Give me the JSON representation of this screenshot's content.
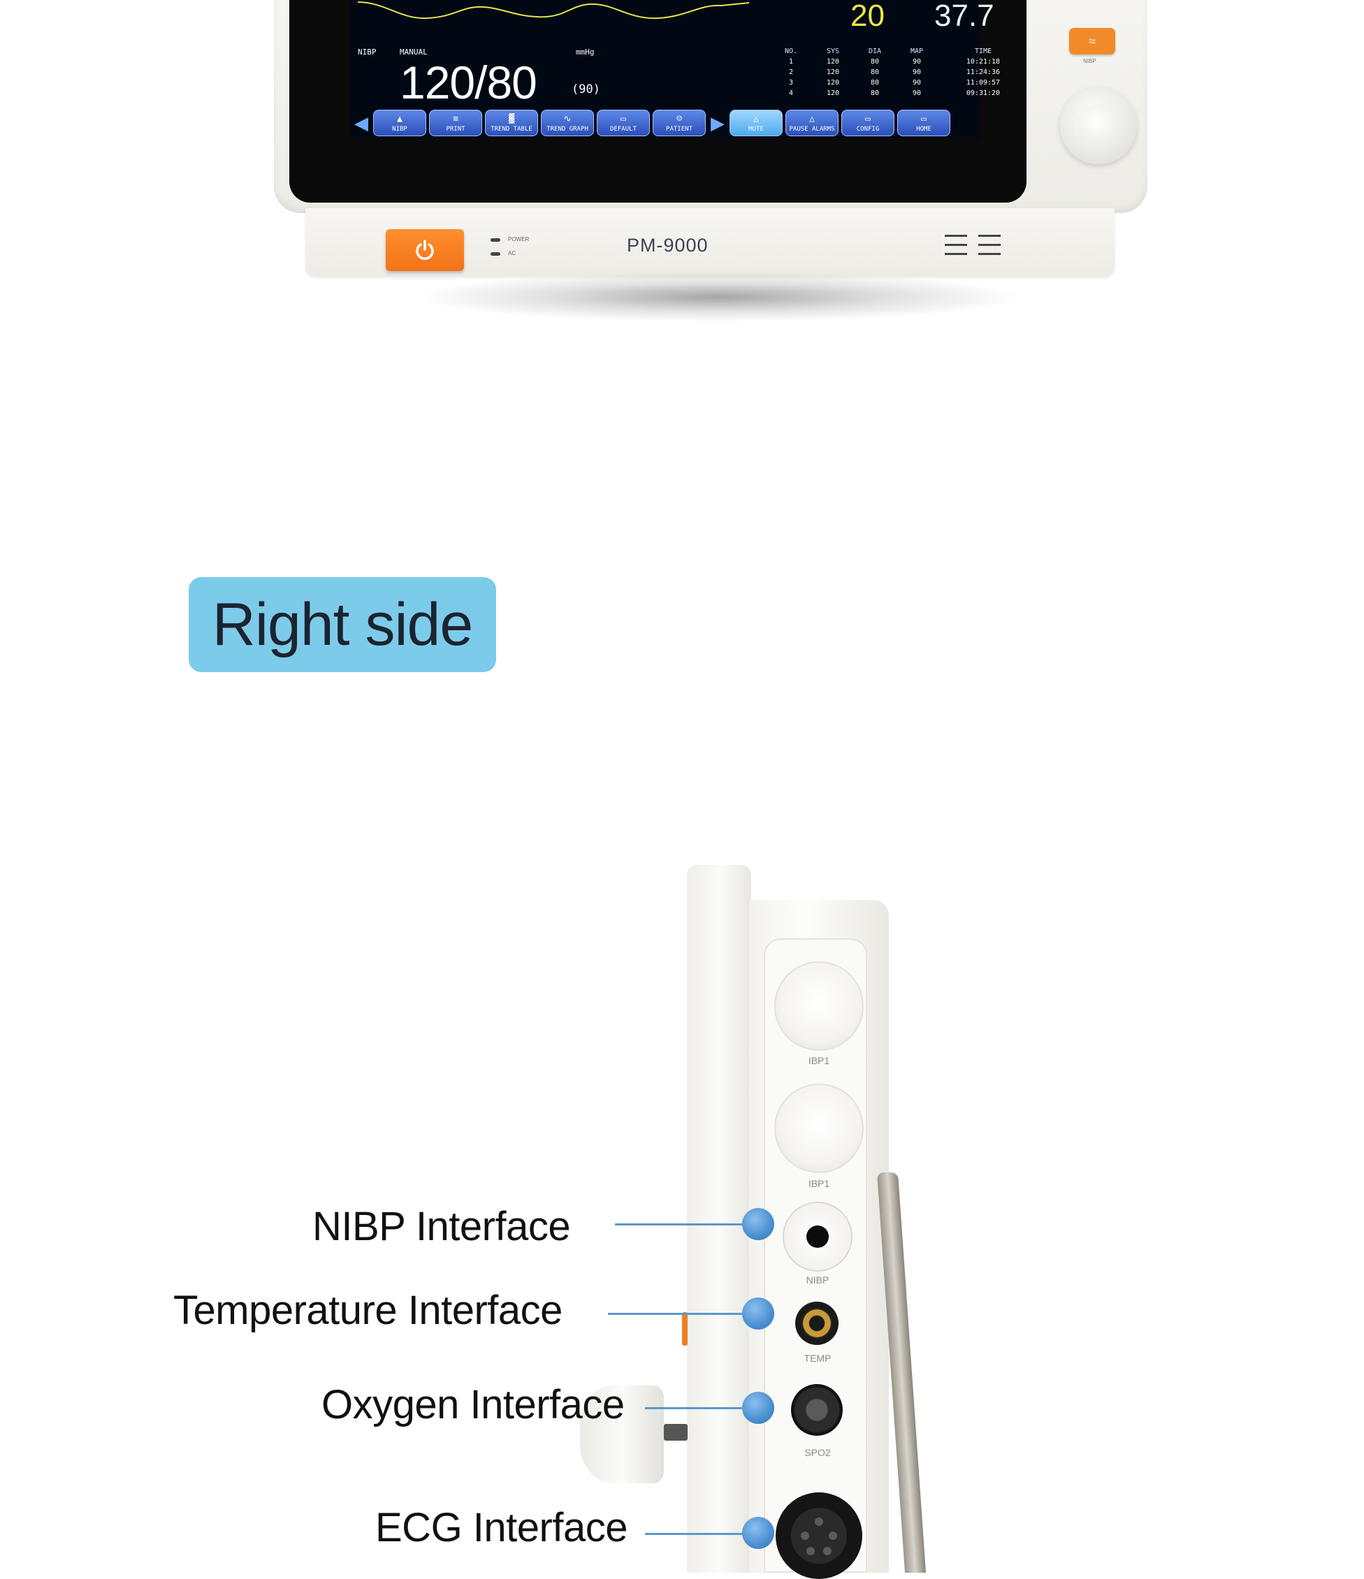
{
  "monitor": {
    "model": "PM-9000",
    "leds": [
      "POWER",
      "AC"
    ],
    "nibp_key_label": "NIBP",
    "screen": {
      "resp_value": "20",
      "temp_value": "37.7",
      "nibp_label": "NIBP",
      "nibp_mode": "MANUAL",
      "nibp_unit": "mmHg",
      "nibp_value": "120/80",
      "nibp_map": "(90)",
      "nibp_table": {
        "headers": [
          "NO.",
          "SYS",
          "DIA",
          "MAP",
          "TIME"
        ],
        "rows": [
          [
            "1",
            "120",
            "80",
            "90",
            "10:21:18"
          ],
          [
            "2",
            "120",
            "80",
            "90",
            "11:24:36"
          ],
          [
            "3",
            "120",
            "80",
            "90",
            "11:09:57"
          ],
          [
            "4",
            "120",
            "80",
            "90",
            "09:31:20"
          ]
        ]
      },
      "softkeys": [
        "NIBP",
        "PRINT",
        "TREND TABLE",
        "TREND GRAPH",
        "DEFAULT",
        "PATIENT",
        "MUTE",
        "PAUSE ALARMS",
        "CONFIG",
        "HOME"
      ]
    }
  },
  "section": {
    "title": "Right side"
  },
  "side_view": {
    "port_labels": [
      "IBP1",
      "IBP1",
      "NIBP",
      "TEMP",
      "SPO2"
    ],
    "callouts": [
      "NIBP Interface",
      "Temperature Interface",
      "Oxygen Interface",
      "ECG Interface"
    ]
  },
  "colors": {
    "badge": "#7dcbea",
    "accent_orange": "#f27318",
    "callout_blue": "#4a8fd0",
    "screen_bg": "#000814"
  }
}
